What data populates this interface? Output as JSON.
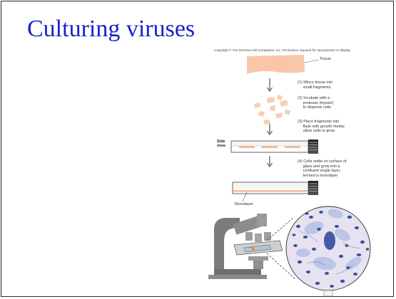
{
  "slide": {
    "title": "Culturing viruses",
    "copyright": "Copyright © The McGraw-Hill Companies, Inc. Permission required for reproduction or display."
  },
  "diagram": {
    "tissue_label": "Tissue",
    "side_view_label": "Side\nview",
    "monolayer_label": "Monolayer",
    "steps": [
      {
        "text": "(1) Mince tissue into\n     small fragments"
      },
      {
        "text": "(2) Incubate with a\n     protease (trypsin)\n     to disperse cells"
      },
      {
        "text": "(3) Place fragments into\n     flask with growth media;\n     allow cells to grow"
      },
      {
        "text": "(4) Cells settle on surface of\n     glass and grow into a\n     confluent single layer,\n     termed a monolayer"
      }
    ]
  },
  "colors": {
    "title": "#1a24c8",
    "tissue": "#f7c7a8",
    "fragment": "#f9cdb4",
    "flask_band": "#f2bc96",
    "stain_cell": "#3a4d9c",
    "micrograph_bg": "#e6e2f0",
    "microscope": "#7b7b7b"
  },
  "icons": [
    "arrow-down-icon",
    "microscope-icon",
    "flask-icon",
    "micrograph-icon"
  ]
}
